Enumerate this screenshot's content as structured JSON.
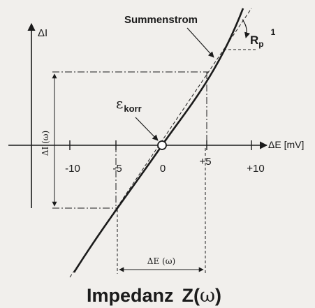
{
  "figure": {
    "axis_y_label": "ΔI",
    "axis_x_label": "ΔE [mV]",
    "curve_label": "Summenstrom",
    "slope_label_main": "R",
    "slope_label_sub": "p",
    "slope_label_sup": "1",
    "point_label_main": "ε",
    "point_label_sub": "korr",
    "delta_i_label": "ΔI (ω)",
    "delta_e_label": "ΔE (ω)",
    "ticks": [
      "-10",
      "-5",
      "0",
      "+5",
      "+10"
    ],
    "caption_main": "Impedanz",
    "caption_z": "Z(",
    "caption_omega": "ω",
    "caption_close": ")"
  },
  "colors": {
    "ink": "#1b1b1b",
    "background": "#f1efec"
  }
}
